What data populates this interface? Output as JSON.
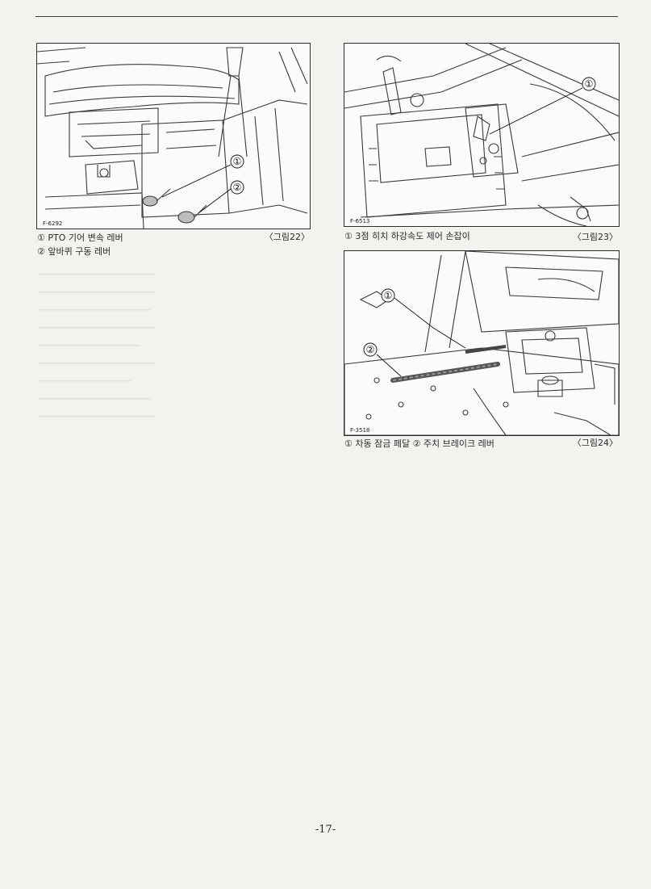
{
  "figures": [
    {
      "code": "F-6292",
      "label": "〈그림22〉",
      "callouts": [
        "①",
        "②"
      ],
      "captions": [
        "① PTO 기어 변속 레버",
        "② 앞바퀴 구동 레버"
      ]
    },
    {
      "code": "F-6513",
      "label": "〈그림23〉",
      "callouts": [
        "①"
      ],
      "captions": [
        "① 3점 히치 하강속도 제어 손잡이"
      ]
    },
    {
      "code": "F-3518",
      "label": "〈그림24〉",
      "callouts": [
        "①",
        "②"
      ],
      "captions": [
        "① 차동 잠금 페달 ② 주치 브레이크 레버"
      ]
    }
  ],
  "page_number": "-17-"
}
